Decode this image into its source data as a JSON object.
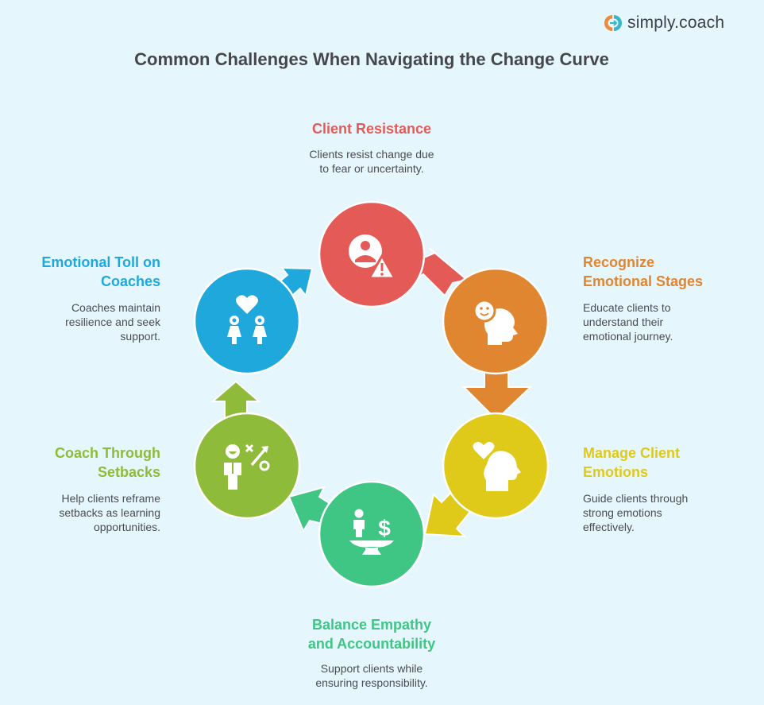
{
  "brand": {
    "name": "simply.coach",
    "colors": {
      "left": "#ef8a3c",
      "right": "#3bb6c9"
    }
  },
  "title": "Common Challenges When Navigating the Change Curve",
  "nodes": [
    {
      "id": "client-resistance",
      "title": "Client Resistance",
      "description": "Clients resist change due to fear or uncertainty.",
      "desc_lines": [
        "Clients resist change due",
        "to fear or uncertainty."
      ],
      "color": "#e35a57",
      "icon": "user-warning-icon"
    },
    {
      "id": "recognize-emotional-stages",
      "title": "Recognize Emotional Stages",
      "title_lines": [
        "Recognize",
        "Emotional Stages"
      ],
      "description": "Educate clients to understand their emotional journey.",
      "desc_lines": [
        "Educate clients to",
        "understand their",
        "emotional journey."
      ],
      "color": "#e08530",
      "icon": "smiling-head-icon"
    },
    {
      "id": "manage-client-emotions",
      "title": "Manage Client Emotions",
      "title_lines": [
        "Manage Client",
        "Emotions"
      ],
      "description": "Guide clients through strong emotions effectively.",
      "desc_lines": [
        "Guide clients through",
        "strong emotions",
        "effectively."
      ],
      "color": "#dfc919",
      "icon": "heart-head-icon"
    },
    {
      "id": "balance-empathy-accountability",
      "title": "Balance Empathy and Accountability",
      "title_lines": [
        "Balance Empathy",
        "and Accountability"
      ],
      "description": "Support clients while ensuring responsibility.",
      "desc_lines": [
        "Support clients while",
        "ensuring responsibility."
      ],
      "color": "#3fc584",
      "icon": "balance-scale-icon"
    },
    {
      "id": "coach-through-setbacks",
      "title": "Coach Through Setbacks",
      "title_lines": [
        "Coach Through",
        "Setbacks"
      ],
      "description": "Help clients reframe setbacks as learning opportunities.",
      "desc_lines": [
        "Help clients reframe",
        "setbacks as learning",
        "opportunities."
      ],
      "color": "#8fbb3a",
      "icon": "coach-strategy-icon"
    },
    {
      "id": "emotional-toll-on-coaches",
      "title": "Emotional Toll on Coaches",
      "title_lines": [
        "Emotional Toll on",
        "Coaches"
      ],
      "description": "Coaches maintain resilience and seek support.",
      "desc_lines": [
        "Coaches maintain",
        "resilience and seek",
        "support."
      ],
      "color": "#1fa8dc",
      "icon": "two-people-heart-icon"
    }
  ]
}
